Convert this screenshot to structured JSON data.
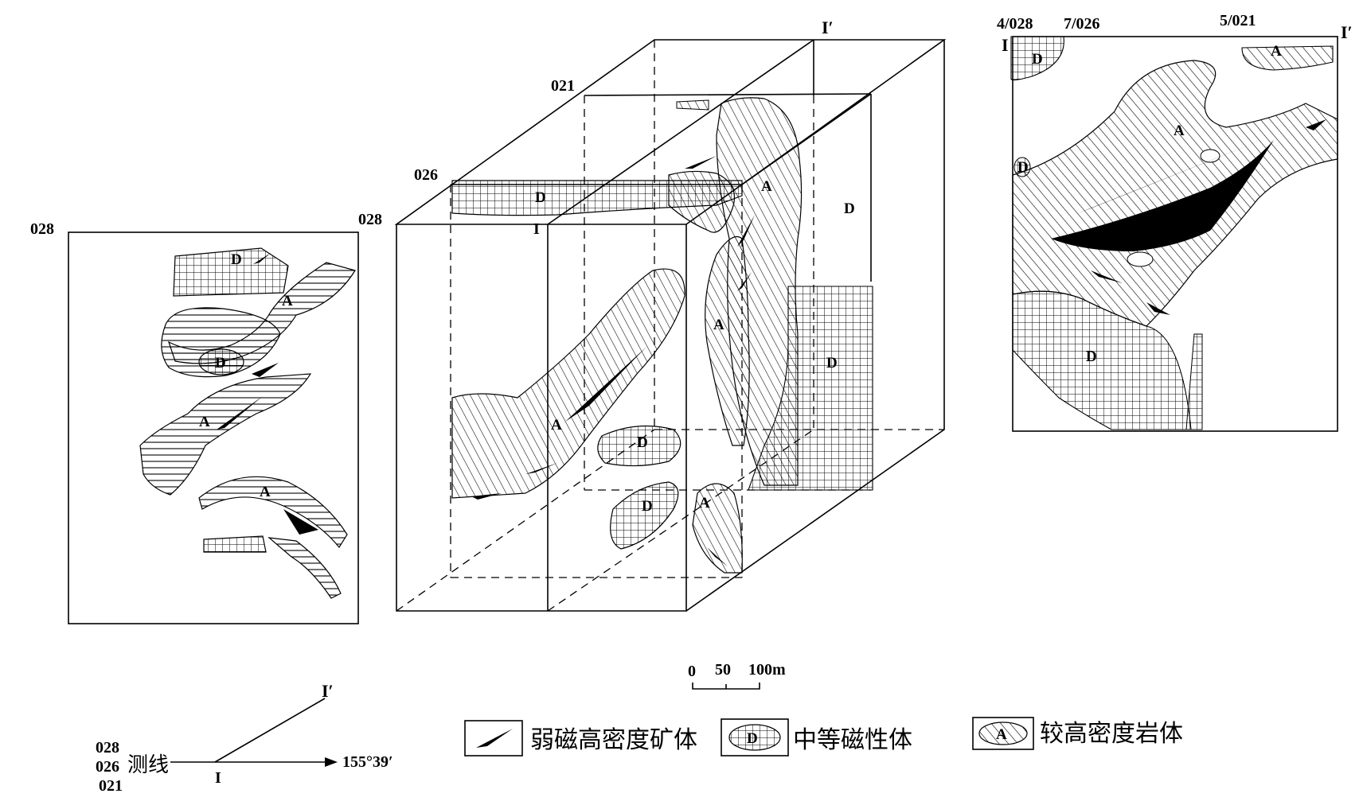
{
  "section_028": {
    "line_label": "028",
    "zones": {
      "d_top": "D",
      "a_upper": "A",
      "d_inner": "D",
      "a_middle": "A",
      "a_lower": "A"
    }
  },
  "block": {
    "labels": {
      "l021": "021",
      "l026": "026",
      "l028": "028",
      "profile_end": "I′",
      "profile_start": "I"
    },
    "zones": {
      "d_top": "D",
      "a_top": "A",
      "d_right_top": "D",
      "a_right": "A",
      "d_right_grid": "D",
      "a_center": "A",
      "d_center": "D",
      "d_lower": "D",
      "a_lower": "A"
    }
  },
  "section_profile": {
    "labels": {
      "start": "I",
      "end": "I′",
      "l4_028": "4/028",
      "l7_026": "7/026",
      "l5_021": "5/021"
    },
    "zones": {
      "a_top": "A",
      "d_topleft": "D",
      "a_main": "A",
      "d_left": "D",
      "d_bottom": "D"
    }
  },
  "scale": {
    "t0": "0",
    "t50": "50",
    "t100": "100m"
  },
  "orientation": {
    "line_028": "028",
    "line_026": "026",
    "line_021": "021",
    "survey_line": "测线",
    "start": "I",
    "end": "I′",
    "azimuth": "155°39′"
  },
  "legend": {
    "ore_label": "弱磁高密度矿体",
    "mag_label": "中等磁性体",
    "mag_symbol": "D",
    "rock_label": "较高密度岩体",
    "rock_symbol": "A"
  }
}
